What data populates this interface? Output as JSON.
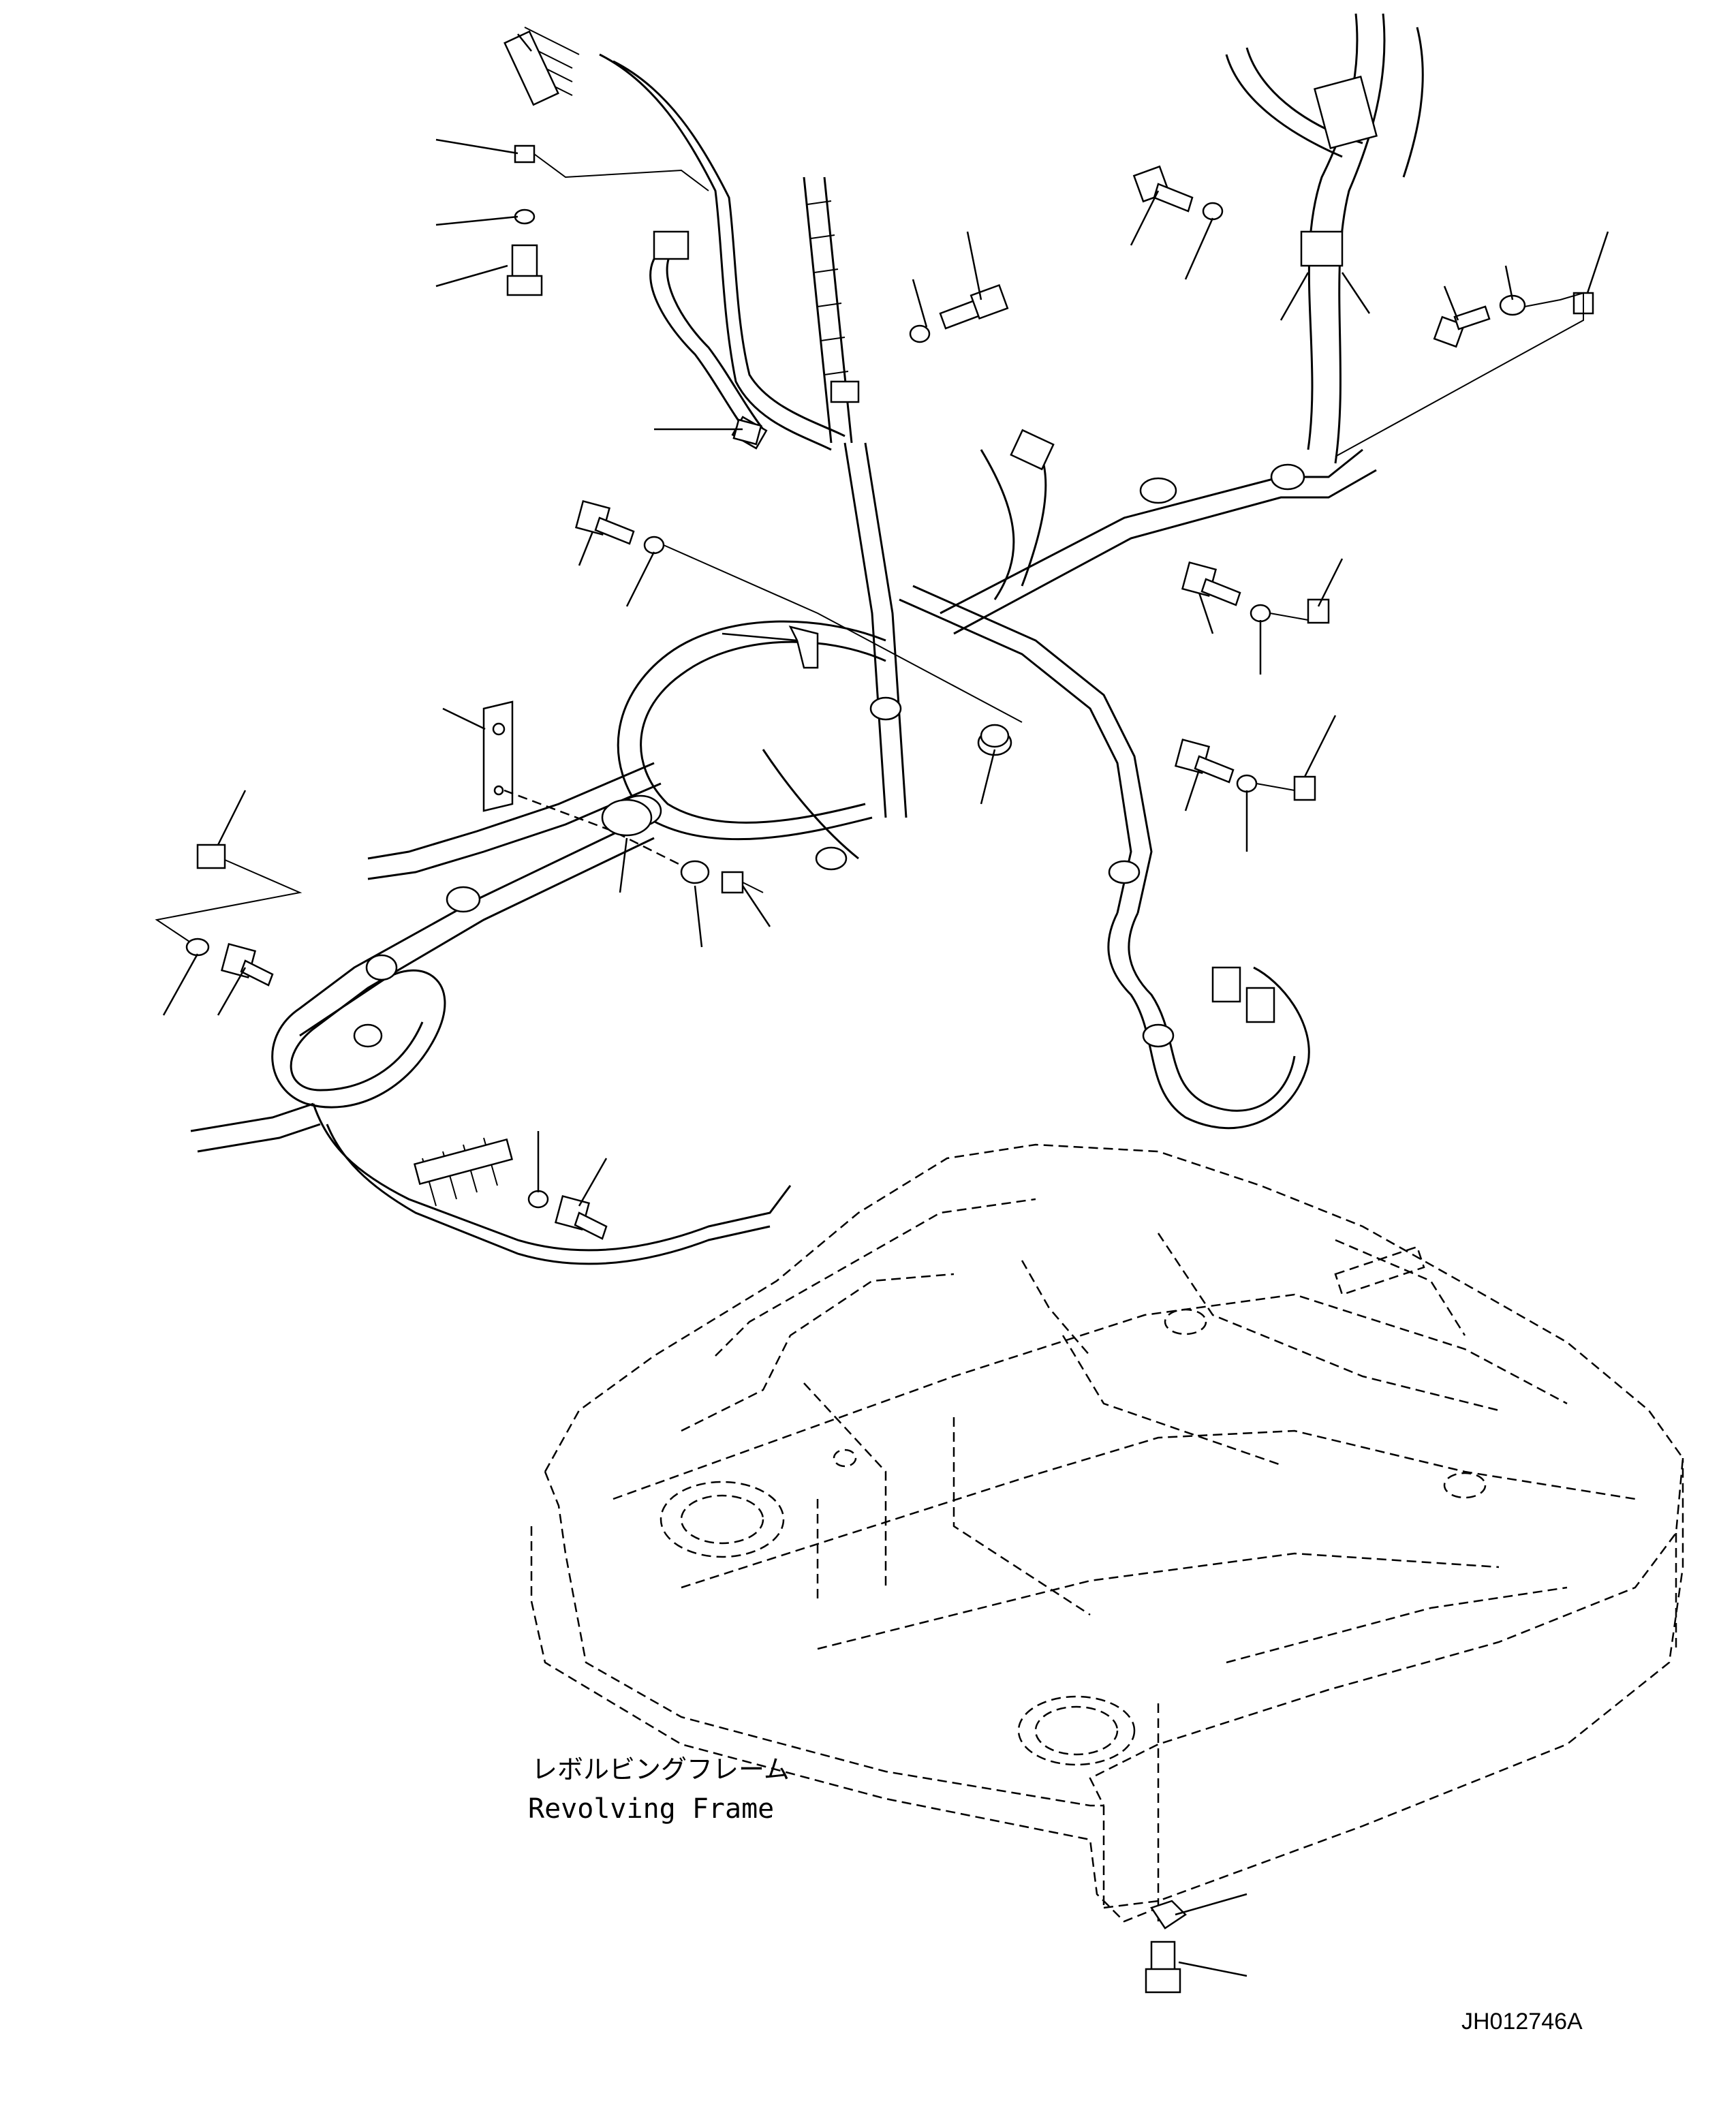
{
  "labels": {
    "frame_label_jp": "レボルビングフレーム",
    "frame_label_en": "Revolving Frame",
    "drawing_number": "JH012746A"
  }
}
